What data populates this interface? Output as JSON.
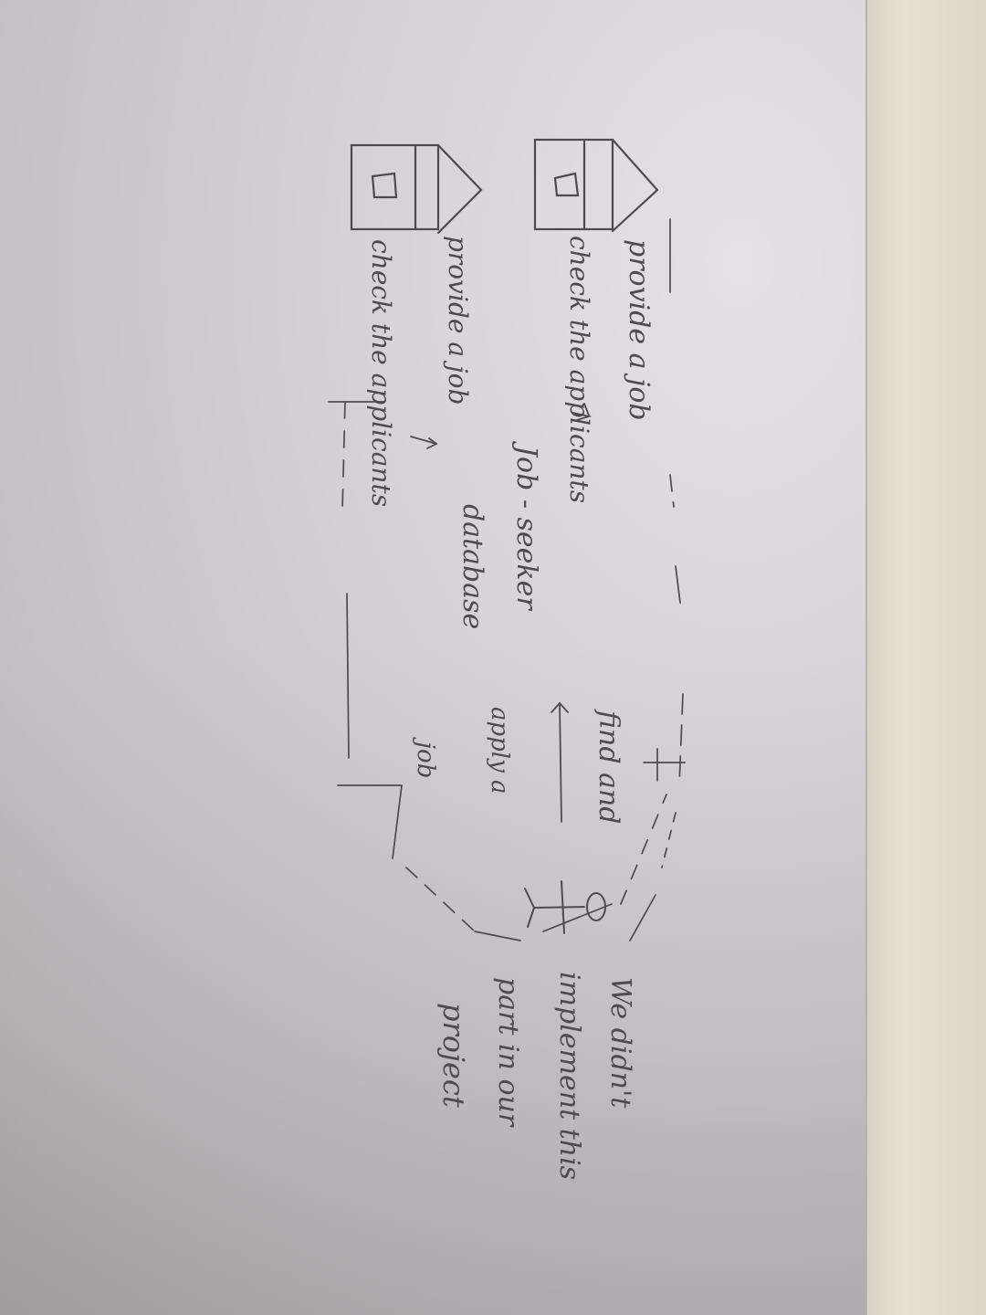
{
  "diagram": {
    "left_row": {
      "top_label": "provide a job",
      "bottom_label": "check the applicants"
    },
    "right_row": {
      "top_label": "provide a job",
      "bottom_label": "check the applicants"
    },
    "center_labels": {
      "job_seeker": "Job - seeker",
      "database": "database",
      "find_and": "find and",
      "apply_a": "apply a",
      "job": "job"
    },
    "note": {
      "line1": "We didn't",
      "line2": "implement this",
      "line3": "part in our",
      "line4": "project"
    }
  }
}
